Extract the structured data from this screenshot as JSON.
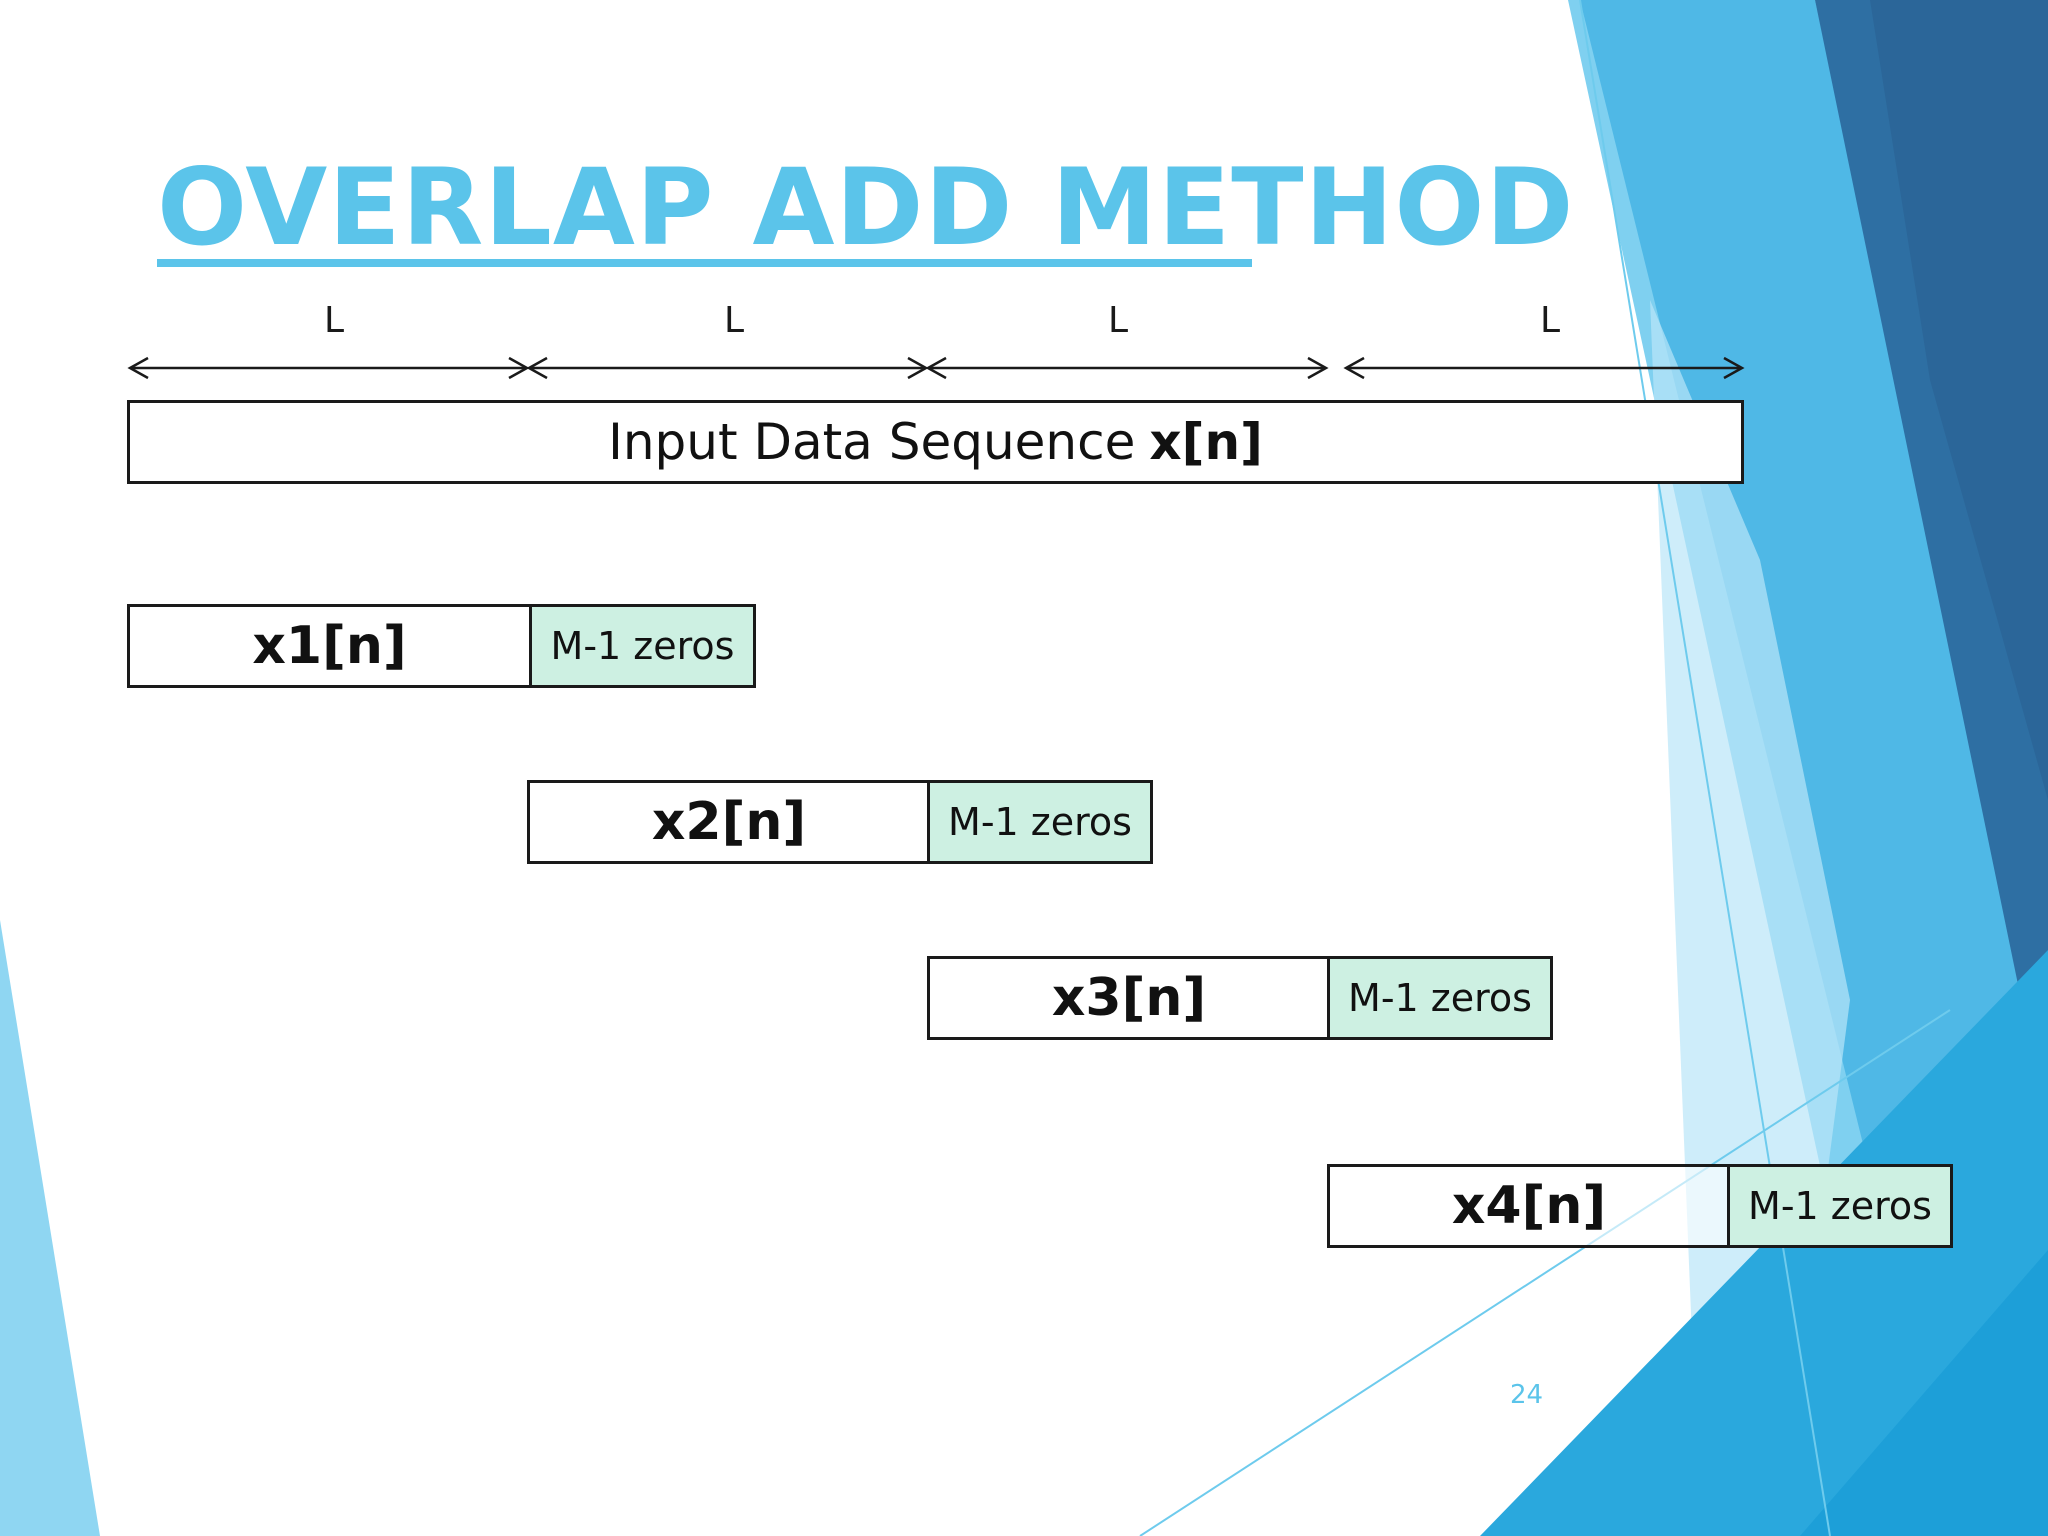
{
  "slide": {
    "title": "OVERLAP ADD METHOD",
    "page_number": "24"
  },
  "length_markers": [
    "L",
    "L",
    "L",
    "L"
  ],
  "input_sequence": {
    "label": "Input Data Sequence",
    "symbol": "x[n]"
  },
  "segments": [
    {
      "label": "x1[n]",
      "padding": "M-1 zeros"
    },
    {
      "label": "x2[n]",
      "padding": "M-1 zeros"
    },
    {
      "label": "x3[n]",
      "padding": "M-1 zeros"
    },
    {
      "label": "x4[n]",
      "padding": "M-1 zeros"
    }
  ],
  "colors": {
    "accent": "#5bc4ea",
    "zero_fill": "#cdf0e2",
    "outline": "#1a1a1a"
  }
}
